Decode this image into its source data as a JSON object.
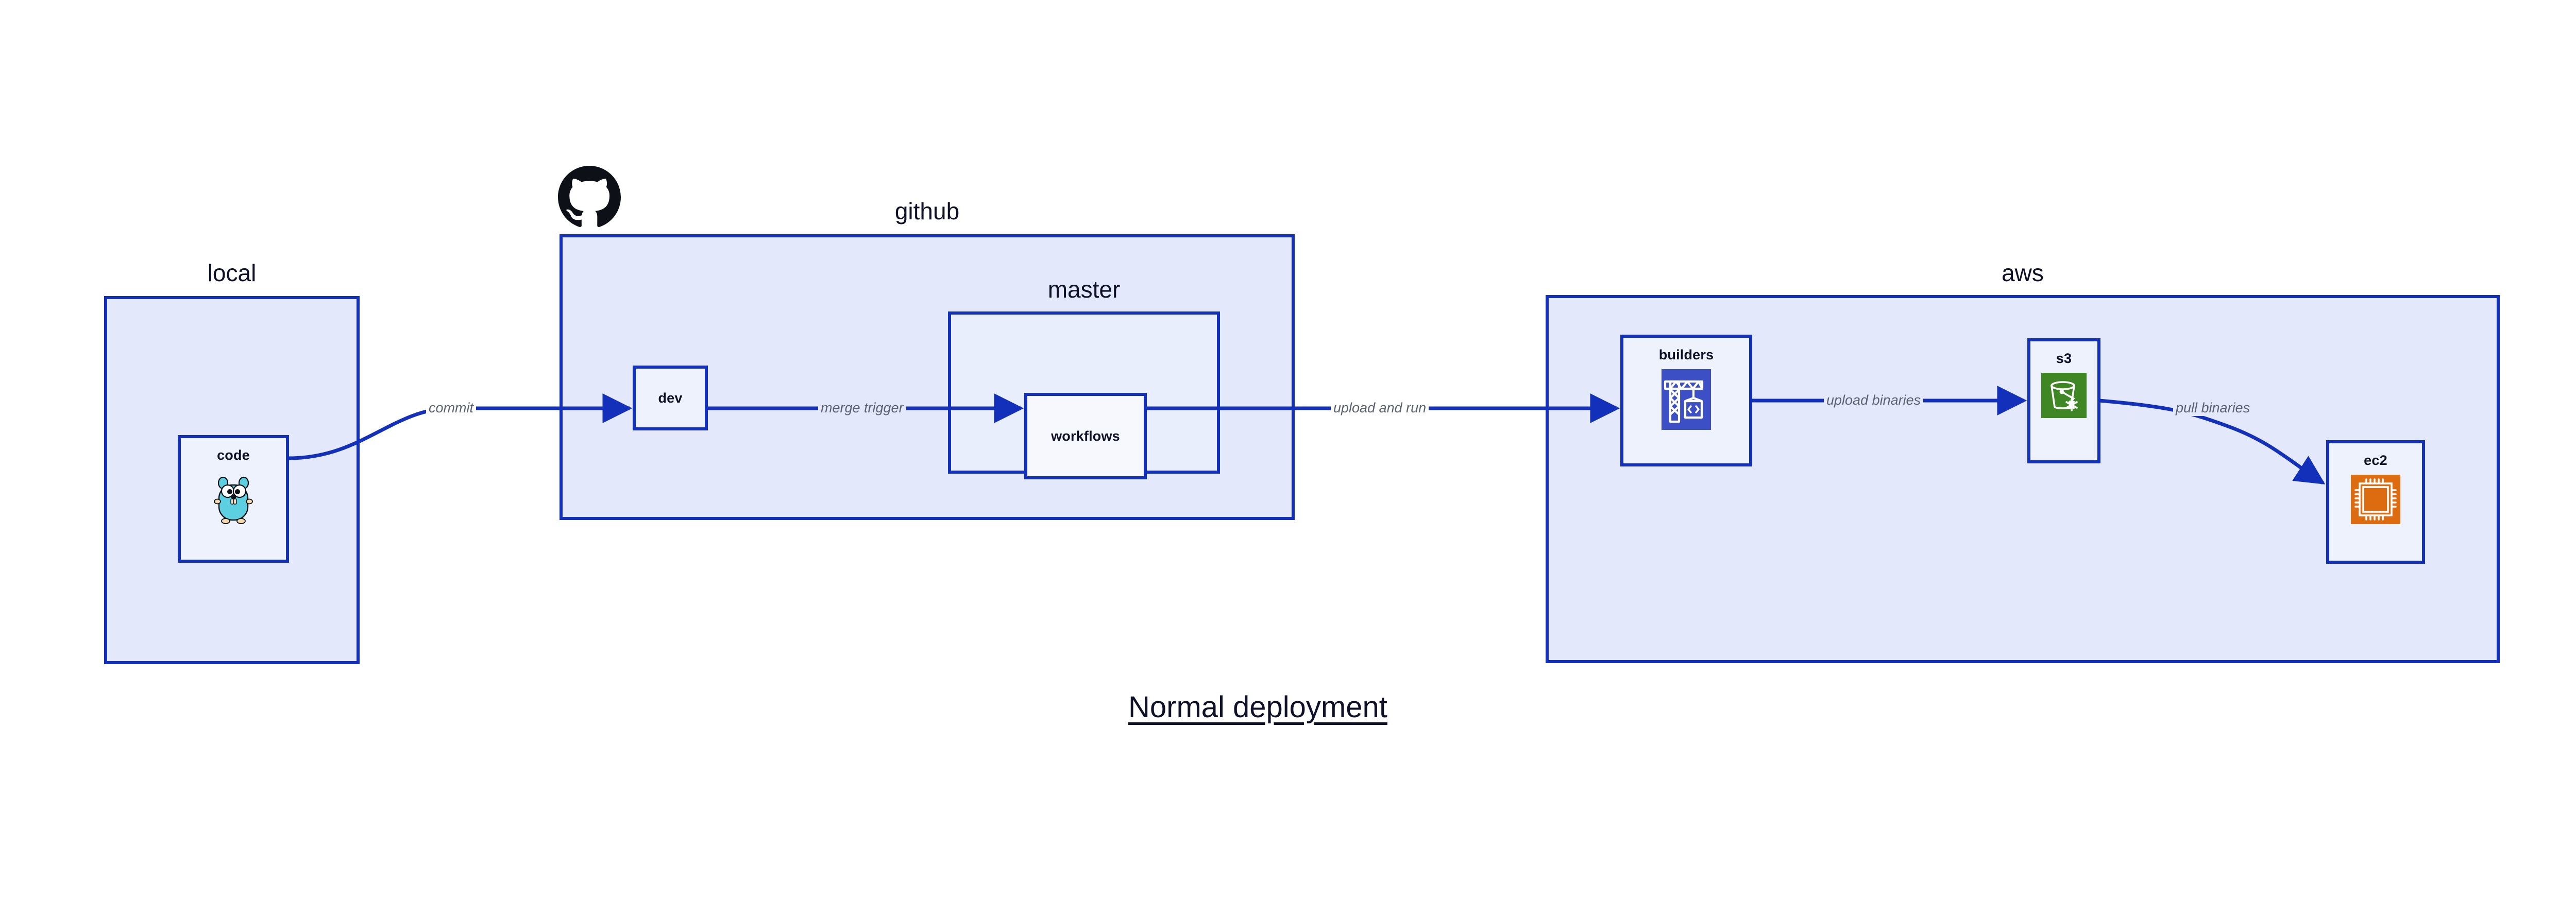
{
  "title": "Normal deployment",
  "colors": {
    "border": "#1230ba",
    "group_fill": "#e3e8fa",
    "inner_fill": "#e9eefc",
    "node_fill": "#eef2fc",
    "edge_line": "#1230ba",
    "edge_label_text": "#5a6270",
    "text": "#0e1127",
    "builders_icon_bg": "#3c4fc4",
    "s3_icon_bg": "#3f8624",
    "ec2_icon_bg": "#dd6b10",
    "gopher_body": "#5ccfe0",
    "github_logo": "#0d1117"
  },
  "groups": [
    {
      "id": "local",
      "label": "local"
    },
    {
      "id": "github",
      "label": "github"
    },
    {
      "id": "master",
      "label": "master"
    },
    {
      "id": "aws",
      "label": "aws"
    }
  ],
  "nodes": [
    {
      "id": "code",
      "label": "code",
      "icon": "go-gopher-icon"
    },
    {
      "id": "dev",
      "label": "dev",
      "icon": null
    },
    {
      "id": "workflows",
      "label": "workflows",
      "icon": null
    },
    {
      "id": "builders",
      "label": "builders",
      "icon": "aws-codebuild-crane-icon"
    },
    {
      "id": "s3",
      "label": "s3",
      "icon": "aws-s3-glacier-bucket-icon"
    },
    {
      "id": "ec2",
      "label": "ec2",
      "icon": "aws-ec2-chip-icon"
    }
  ],
  "edges": [
    {
      "id": "code-to-dev",
      "label": "commit",
      "from": "code",
      "to": "dev"
    },
    {
      "id": "dev-to-workflows",
      "label": "merge trigger",
      "from": "dev",
      "to": "workflows"
    },
    {
      "id": "workflows-to-builders",
      "label": "upload and run",
      "from": "workflows",
      "to": "builders"
    },
    {
      "id": "builders-to-s3",
      "label": "upload binaries",
      "from": "builders",
      "to": "s3"
    },
    {
      "id": "s3-to-ec2",
      "label": "pull binaries",
      "from": "s3",
      "to": "ec2"
    }
  ],
  "logos": [
    {
      "id": "github-logo",
      "name": "github-octocat-logo"
    }
  ]
}
